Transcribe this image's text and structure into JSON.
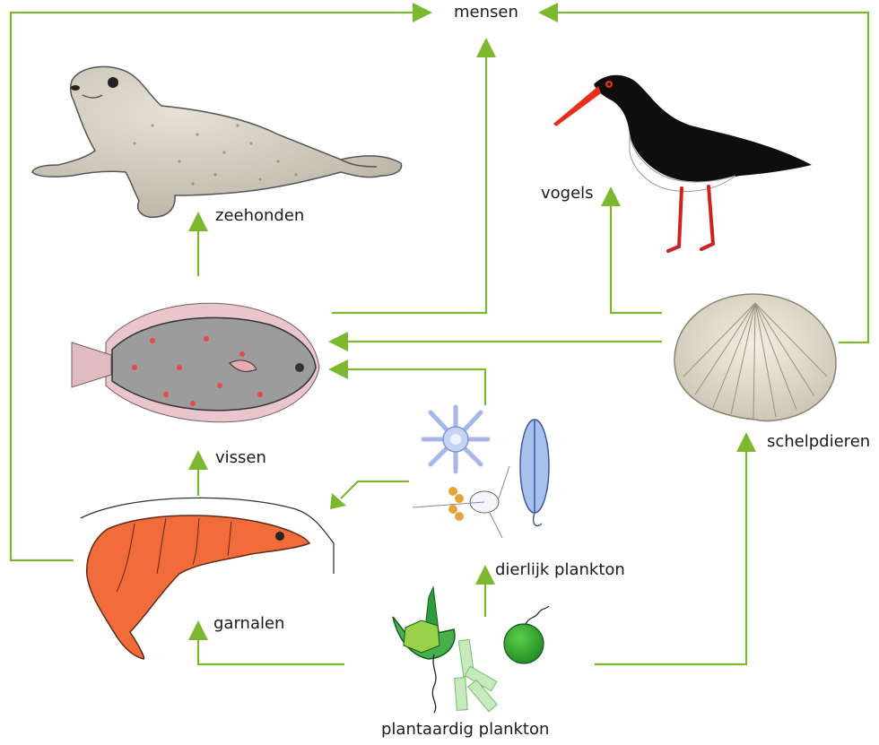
{
  "labels": {
    "mensen": "mensen",
    "zeehonden": "zeehonden",
    "vogels": "vogels",
    "vissen": "vissen",
    "schelpdieren": "schelpdieren",
    "garnalen": "garnalen",
    "dierlijk_plankton": "dierlijk plankton",
    "plantaardig_plankton": "plantaardig plankton"
  },
  "colors": {
    "arrow": "#7cb82f",
    "text": "#1a1a1a"
  }
}
